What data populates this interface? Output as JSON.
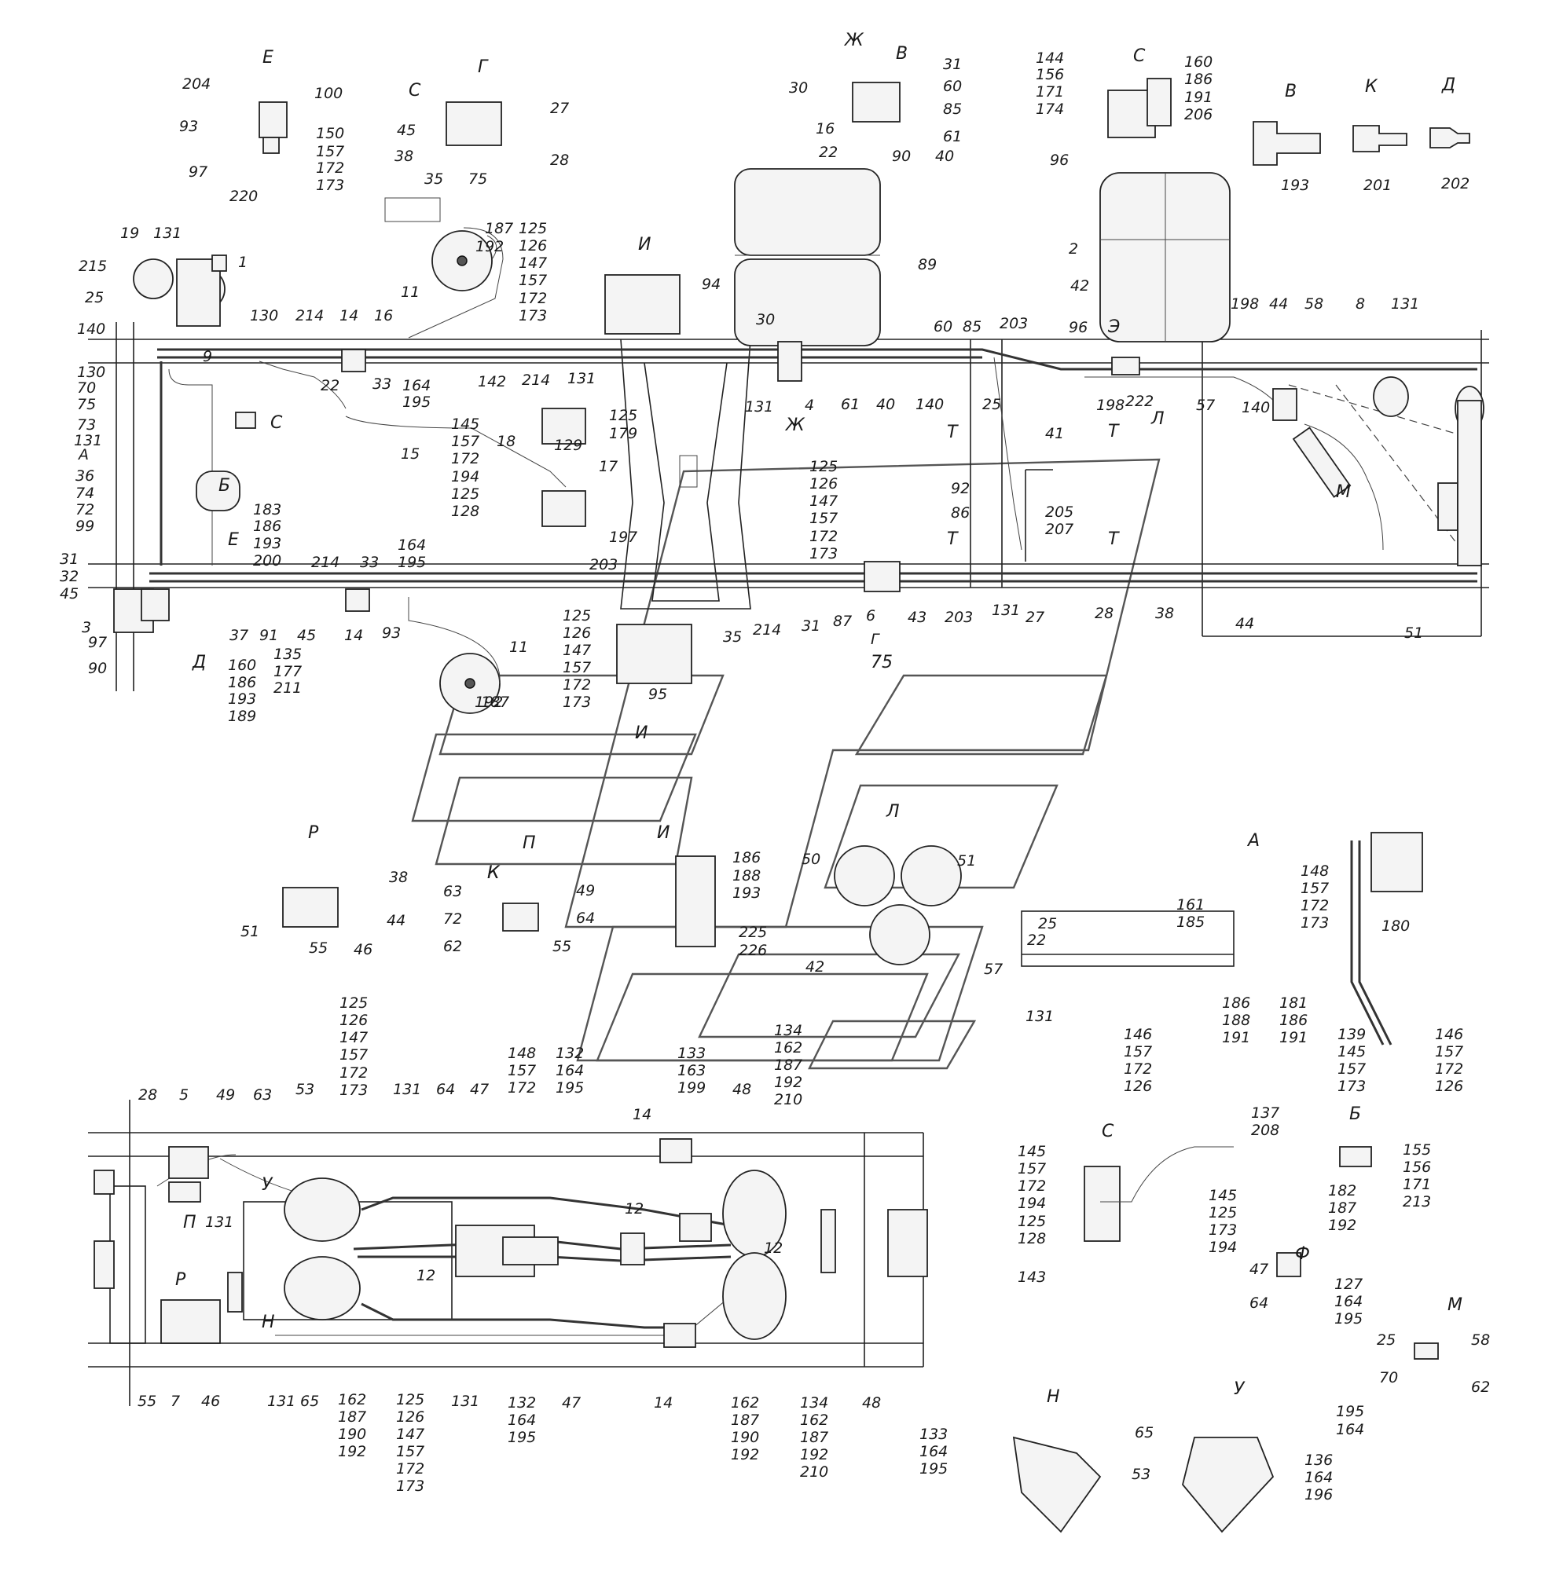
{
  "view_titles": [
    "Е",
    "Г",
    "С",
    "Ж",
    "В",
    "С",
    "В",
    "К",
    "Д",
    "Р",
    "П",
    "К",
    "И",
    "Л",
    "А",
    "С",
    "Б",
    "Ф",
    "М",
    "Н",
    "У"
  ],
  "upper_chassis_labels": [
    "204",
    "100",
    "93",
    "150",
    "157",
    "172",
    "173",
    "97",
    "220",
    "45",
    "38",
    "35",
    "75",
    "27",
    "28",
    "30",
    "31",
    "60",
    "85",
    "16",
    "22",
    "61",
    "90",
    "40",
    "144",
    "156",
    "171",
    "174",
    "160",
    "186",
    "191",
    "206",
    "96",
    "193",
    "201",
    "202",
    "187",
    "192",
    "125",
    "126",
    "147",
    "157",
    "172",
    "173",
    "И",
    "94",
    "89",
    "2",
    "42",
    "Э",
    "19",
    "131",
    "1",
    "215",
    "25",
    "140",
    "130",
    "70",
    "75",
    "73",
    "131",
    "А",
    "36",
    "74",
    "72",
    "99",
    "130",
    "214",
    "14",
    "16",
    "11",
    "22",
    "33",
    "164",
    "195",
    "131",
    "30",
    "85",
    "203",
    "60",
    "96",
    "198",
    "44",
    "58",
    "8",
    "131",
    "131",
    "4",
    "Ж",
    "61",
    "40",
    "140",
    "25",
    "41",
    "198",
    "222",
    "Л",
    "57",
    "140",
    "142",
    "214",
    "145",
    "157",
    "172",
    "194",
    "125",
    "128",
    "18",
    "129",
    "17",
    "15",
    "С",
    "9",
    "Б",
    "183",
    "186",
    "193",
    "200",
    "Е",
    "125",
    "179",
    "197",
    "203",
    "125",
    "126",
    "147",
    "157",
    "172",
    "173",
    "92",
    "86",
    "Т",
    "205",
    "207",
    "Т",
    "Т",
    "Т",
    "М",
    "31",
    "32",
    "45",
    "3",
    "214",
    "33",
    "164",
    "195",
    "37",
    "91",
    "45",
    "14",
    "93",
    "97",
    "90",
    "135",
    "177",
    "211",
    "160",
    "186",
    "193",
    "189",
    "Д",
    "11",
    "187",
    "192",
    "125",
    "126",
    "147",
    "157",
    "172",
    "173",
    "И",
    "95",
    "35",
    "214",
    "31",
    "87",
    "6",
    "Г",
    "75",
    "43",
    "203",
    "131",
    "27",
    "28",
    "38",
    "44",
    "51"
  ],
  "middle_labels": [
    "38",
    "51",
    "44",
    "55",
    "46",
    "63",
    "К",
    "49",
    "72",
    "64",
    "62",
    "55",
    "186",
    "188",
    "193",
    "225",
    "226",
    "50",
    "51",
    "42",
    "57",
    "161",
    "185",
    "25",
    "22",
    "148",
    "157",
    "172",
    "173",
    "180",
    "186",
    "188",
    "191",
    "181",
    "186",
    "191",
    "139",
    "145",
    "157",
    "173",
    "131",
    "146",
    "157",
    "172",
    "126",
    "146",
    "157",
    "172",
    "126"
  ],
  "lower_chassis_labels": [
    "125",
    "126",
    "147",
    "157",
    "172",
    "173",
    "28",
    "5",
    "49",
    "63",
    "53",
    "131",
    "64",
    "47",
    "148",
    "157",
    "172",
    "132",
    "164",
    "195",
    "14",
    "133",
    "163",
    "199",
    "48",
    "134",
    "162",
    "187",
    "192",
    "210",
    "У",
    "П",
    "131",
    "12",
    "12",
    "Р",
    "Н",
    "12",
    "55",
    "7",
    "46",
    "131",
    "65",
    "162",
    "187",
    "190",
    "192",
    "125",
    "126",
    "147",
    "157",
    "172",
    "173",
    "131",
    "132",
    "164",
    "195",
    "47",
    "14",
    "162",
    "187",
    "190",
    "192",
    "134",
    "162",
    "187",
    "192",
    "210",
    "48"
  ],
  "detail_labels": [
    "137",
    "208",
    "145",
    "157",
    "172",
    "194",
    "125",
    "128",
    "145",
    "125",
    "173",
    "194",
    "143",
    "155",
    "156",
    "171",
    "213",
    "182",
    "187",
    "192",
    "47",
    "127",
    "164",
    "195",
    "64",
    "25",
    "58",
    "70",
    "62",
    "133",
    "164",
    "195",
    "65",
    "195",
    "164",
    "53",
    "136",
    "164",
    "196"
  ],
  "colors": {
    "ink": "#1a1a1a",
    "paper": "#ffffff",
    "watermark": "#555555"
  }
}
